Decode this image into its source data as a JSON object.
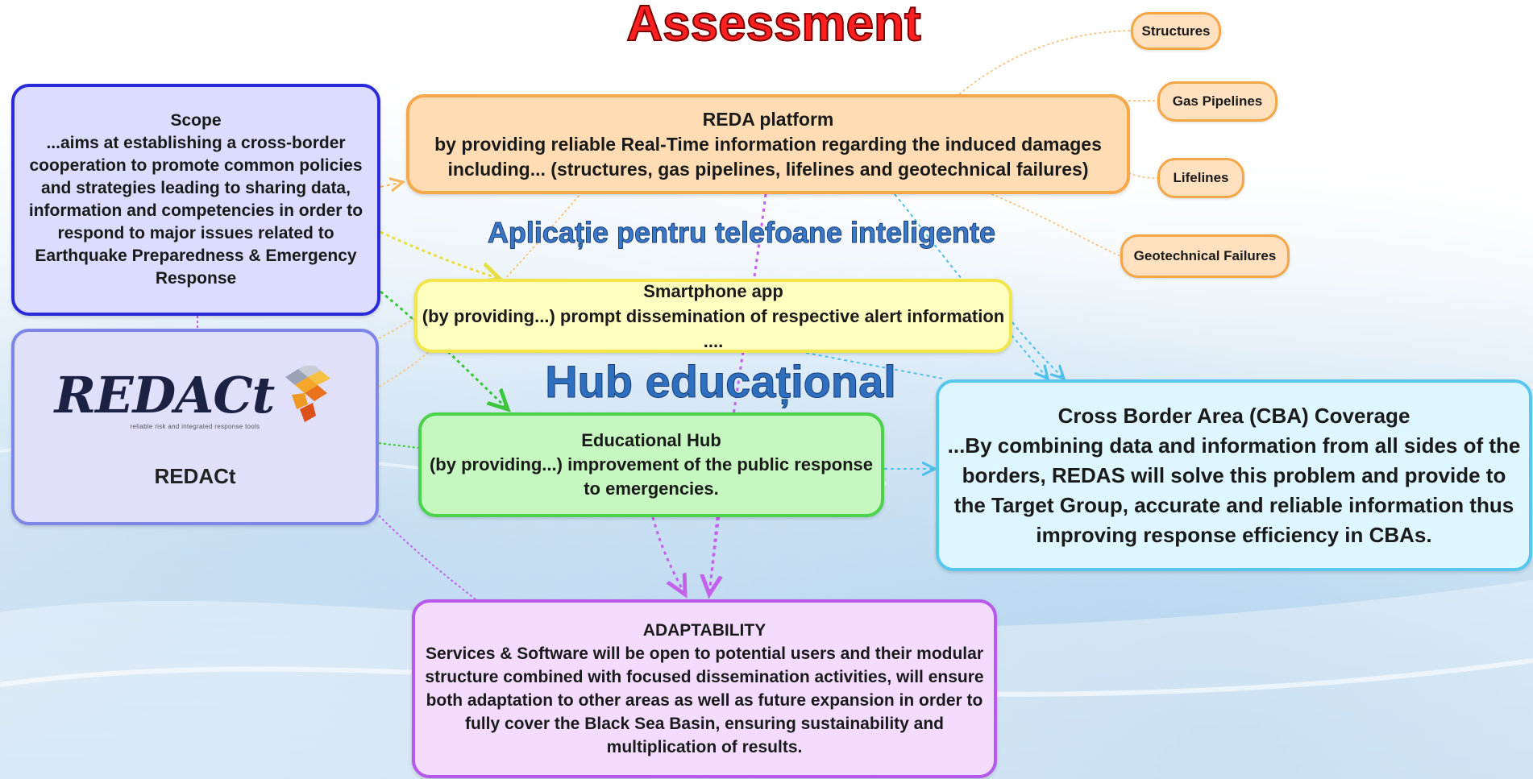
{
  "title": "Assessment",
  "overlay_labels": {
    "aplicatie": "Aplicație pentru telefoane inteligente",
    "hub": "Hub educațional"
  },
  "scope": {
    "heading": "Scope",
    "body": "...aims at establishing a cross-border cooperation to promote common policies and strategies leading to sharing data, information and competencies in order to respond to major issues related to Earthquake Preparedness & Emergency Response"
  },
  "redact": {
    "logo_text": "REDACt",
    "logo_tagline": "reliable risk and integrated response tools",
    "caption": "REDACt"
  },
  "reda": {
    "heading": "REDA platform",
    "body": "by providing reliable Real-Time information regarding the induced damages including... (structures, gas pipelines, lifelines and geotechnical failures)"
  },
  "branches": {
    "structures": "Structures",
    "gas_pipelines": "Gas Pipelines",
    "lifelines": "Lifelines",
    "geotechnical": "Geotechnical Failures"
  },
  "smartphone": {
    "heading": "Smartphone app",
    "body": "(by providing...) prompt dissemination of respective alert information ...."
  },
  "educational": {
    "heading": "Educational Hub",
    "body": "(by providing...) improvement of the public response to emergencies."
  },
  "cba": {
    "heading": "Cross Border Area (CBA) Coverage",
    "body": "...By combining data and information from all sides of the borders, REDAS will solve this problem and provide to the Target Group, accurate and reliable information thus improving response efficiency in CBAs."
  },
  "adaptability": {
    "heading": "ADAPTABILITY",
    "body": "Services & Software will be open to potential users and their modular structure combined with focused dissemination activities, will ensure both adaptation to other areas as well as future expansion in order to fully cover the Black Sea Basin, ensuring sustainability and multiplication of results."
  },
  "colors": {
    "scope_border": "#2b2bd9",
    "reda_border": "#f6a84b",
    "smartphone_border": "#f3e64a",
    "educational_border": "#4ad24a",
    "cba_border": "#58c7ee",
    "adaptability_border": "#b658ea",
    "title_red": "#ff2020",
    "overlay_blue": "#2f6fc0"
  }
}
